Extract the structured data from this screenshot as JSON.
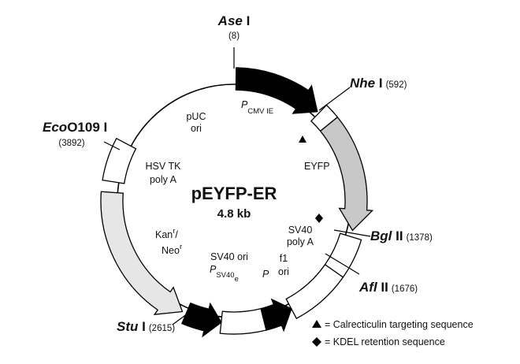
{
  "plasmid": {
    "name": "pEYFP-ER",
    "size": "4.8 kb"
  },
  "sites": [
    {
      "id": "ase",
      "italic": "Ase",
      "roman": " I",
      "pos": "(8)"
    },
    {
      "id": "nhe",
      "italic": "Nhe",
      "roman": " I",
      "pos": "(592)"
    },
    {
      "id": "bgl",
      "italic": "Bgl",
      "roman": " II",
      "pos": "(1378)"
    },
    {
      "id": "afl",
      "italic": "Afl",
      "roman": " II",
      "pos": "(1676)"
    },
    {
      "id": "stu",
      "italic": "Stu",
      "roman": " I",
      "pos": "(2615)"
    },
    {
      "id": "eco",
      "italic": "Eco",
      "roman": "O109 I",
      "pos": "(3892)"
    }
  ],
  "features": {
    "pcmv": {
      "p": "P",
      "sub": "CMV IE"
    },
    "eyfp": "EYFP",
    "sv40polya": [
      "SV40",
      "poly A"
    ],
    "f1ori": [
      "f1",
      "ori"
    ],
    "pblack": "P",
    "sv40ori": "SV40 ori",
    "psv40": {
      "p": "P",
      "sub": "SV40",
      "subsub": "e"
    },
    "kan": {
      "a": "Kan",
      "a_sup": "r",
      "slash": "/",
      "b": "Neo",
      "b_sup": "r"
    },
    "hsvtk": [
      "HSV TK",
      "poly A"
    ],
    "puc": [
      "pUC",
      "ori"
    ]
  },
  "legend": [
    {
      "symbol": "triangle",
      "text": "= Calrecticulin targeting sequence"
    },
    {
      "symbol": "diamond",
      "text": "= KDEL retention sequence"
    }
  ],
  "colors": {
    "black": "#000000",
    "eyfp_fill": "#c8c8c8",
    "kan_fill": "#e6e6e6",
    "white": "#ffffff"
  }
}
